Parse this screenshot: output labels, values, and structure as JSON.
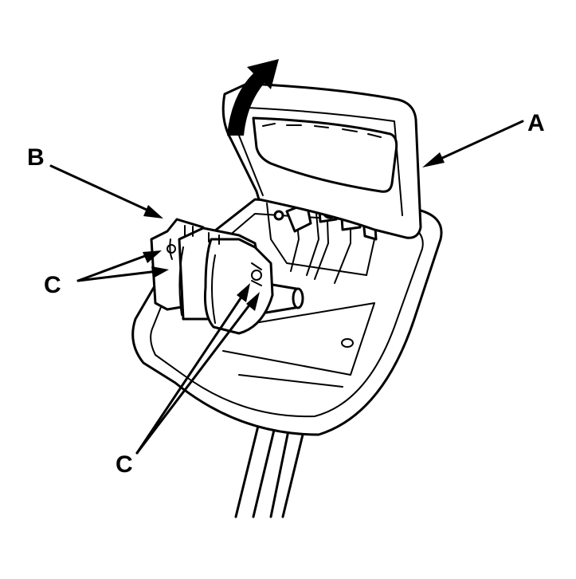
{
  "labels": {
    "a": "A",
    "b": "B",
    "c_left": "C",
    "c_bottom": "C"
  },
  "colors": {
    "ink": "#000000",
    "paper": "#ffffff"
  }
}
